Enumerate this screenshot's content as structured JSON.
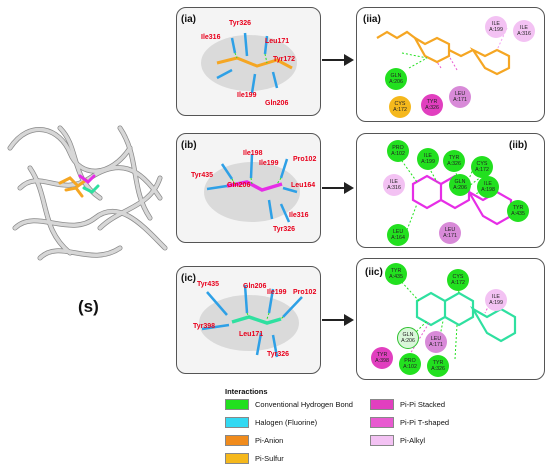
{
  "protein_label": "(s)",
  "colors": {
    "conventional_hbond": "#22e01f",
    "halogen": "#33d9f2",
    "pi_anion": "#f08b1c",
    "pi_sulfur": "#f5b81c",
    "pi_pi_stacked": "#e13fbf",
    "pi_pi_tshaped": "#e85ad0",
    "pi_alkyl": "#f3c2f3",
    "label_red": "#e8001c",
    "ligand_a": "#f5a623",
    "ligand_b": "#e62ee6",
    "ligand_c": "#2fe0a0"
  },
  "panels_3d": [
    {
      "label": "(ia)",
      "residues": [
        "Tyr326",
        "Ile316",
        "Leu171",
        "Tyr172",
        "Ile199",
        "Gln206"
      ]
    },
    {
      "label": "(ib)",
      "residues": [
        "Ile198",
        "Ile199",
        "Pro102",
        "Tyr435",
        "Gln206",
        "Leu164",
        "Ile316",
        "Tyr326"
      ]
    },
    {
      "label": "(ic)",
      "residues": [
        "Tyr435",
        "Gln206",
        "Ile199",
        "Pro102",
        "Tyr398",
        "Leu171",
        "Tyr326"
      ]
    }
  ],
  "panels_2d": [
    {
      "label": "(iia)",
      "residues": [
        {
          "text": "ILE\nA:199",
          "type": "pi_alkyl"
        },
        {
          "text": "ILE\nA:316",
          "type": "pi_alkyl"
        },
        {
          "text": "GLN\nA:206",
          "type": "conventional_hbond"
        },
        {
          "text": "LEU\nA:171",
          "type": "pi_alkyl"
        },
        {
          "text": "TYR\nA:326",
          "type": "pi_pi_stacked"
        },
        {
          "text": "CYS\nA:172",
          "type": "pi_sulfur"
        }
      ]
    },
    {
      "label": "(iib)",
      "residues": [
        {
          "text": "PRO\nA:102",
          "type": "conventional_hbond"
        },
        {
          "text": "ILE\nA:199",
          "type": "conventional_hbond"
        },
        {
          "text": "TYR\nA:326",
          "type": "conventional_hbond"
        },
        {
          "text": "CYS\nA:172",
          "type": "conventional_hbond"
        },
        {
          "text": "GLN\nA:206",
          "type": "conventional_hbond"
        },
        {
          "text": "ILE\nA:198",
          "type": "conventional_hbond"
        },
        {
          "text": "ILE\nA:316",
          "type": "pi_alkyl"
        },
        {
          "text": "TYR\nA:435",
          "type": "conventional_hbond"
        },
        {
          "text": "LEU\nA:164",
          "type": "conventional_hbond"
        },
        {
          "text": "LEU\nA:171",
          "type": "pi_alkyl"
        }
      ]
    },
    {
      "label": "(iic)",
      "residues": [
        {
          "text": "TYR\nA:435",
          "type": "conventional_hbond"
        },
        {
          "text": "CYS\nA:172",
          "type": "conventional_hbond"
        },
        {
          "text": "ILE\nA:199",
          "type": "pi_alkyl"
        },
        {
          "text": "GLN\nA:206",
          "type": "conventional_hbond"
        },
        {
          "text": "LEU\nA:171",
          "type": "pi_alkyl"
        },
        {
          "text": "TYR\nA:398",
          "type": "pi_pi_stacked"
        },
        {
          "text": "PRO\nA:102",
          "type": "conventional_hbond"
        },
        {
          "text": "TYR\nA:326",
          "type": "conventional_hbond"
        }
      ]
    }
  ],
  "legend": {
    "title": "Interactions",
    "items": [
      {
        "label": "Conventional Hydrogen Bond",
        "type": "conventional_hbond"
      },
      {
        "label": "Halogen (Fluorine)",
        "type": "halogen"
      },
      {
        "label": "Pi-Anion",
        "type": "pi_anion"
      },
      {
        "label": "Pi-Sulfur",
        "type": "pi_sulfur"
      },
      {
        "label": "Pi-Pi Stacked",
        "type": "pi_pi_stacked"
      },
      {
        "label": "Pi-Pi T-shaped",
        "type": "pi_pi_tshaped"
      },
      {
        "label": "Pi-Alkyl",
        "type": "pi_alkyl"
      }
    ]
  }
}
